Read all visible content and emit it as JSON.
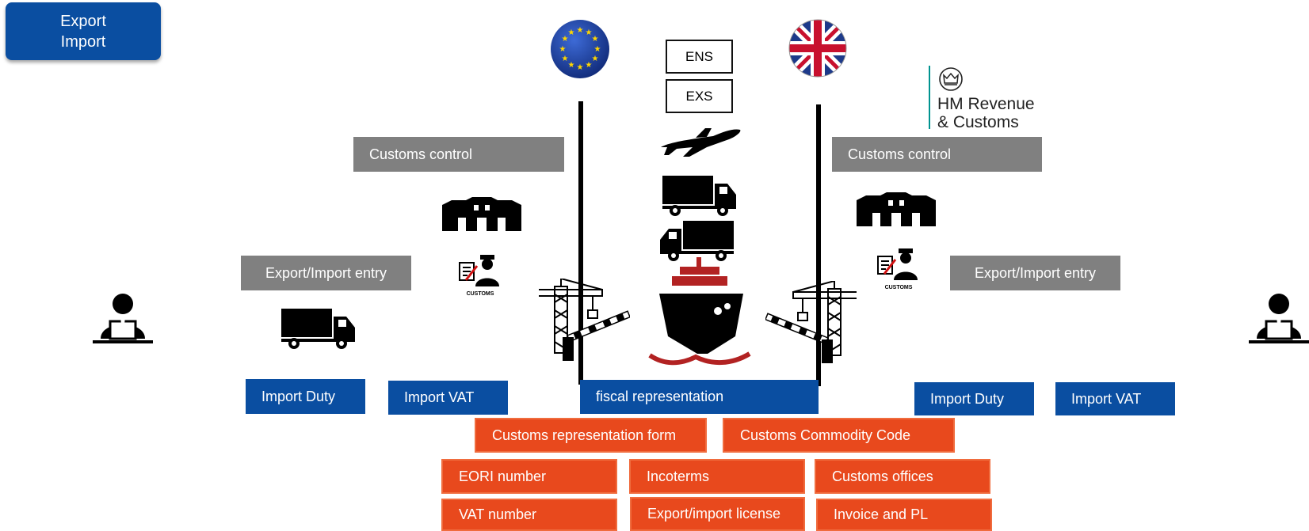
{
  "title": {
    "line1": "Export",
    "line2": "Import"
  },
  "documents": {
    "ens": "ENS",
    "exs": "EXS"
  },
  "eu_side": {
    "customs_control": "Customs control",
    "entry": "Export/Import entry",
    "import_duty": "Import Duty",
    "import_vat": "Import VAT",
    "customs_badge": "CUSTOMS"
  },
  "uk_side": {
    "authority_line1": "HM Revenue",
    "authority_line2": "& Customs",
    "customs_control": "Customs control",
    "entry": "Export/Import entry",
    "import_duty": "Import Duty",
    "import_vat": "Import VAT",
    "customs_badge": "CUSTOMS"
  },
  "border": {
    "fiscal": "fiscal representation"
  },
  "requirements": {
    "representation_form": "Customs representation form",
    "commodity_code": "Customs Commodity Code",
    "eori": "EORI number",
    "incoterms": "Incoterms",
    "offices": "Customs offices",
    "vat_number": "VAT number",
    "license": "Export/import license",
    "invoice": "Invoice and PL"
  },
  "colors": {
    "blue": "#0a4ea1",
    "grey": "#808080",
    "orange": "#e8491d",
    "eu_blue": "#1b3f9b",
    "uk_red": "#c8102e"
  },
  "icons": [
    "eu-flag-icon",
    "uk-flag-icon",
    "crown-icon",
    "airplane-icon",
    "truck-icon",
    "ship-icon",
    "crane-icon",
    "barrier-icon",
    "warehouse-icon",
    "customs-officer-icon",
    "person-at-desk-icon"
  ]
}
